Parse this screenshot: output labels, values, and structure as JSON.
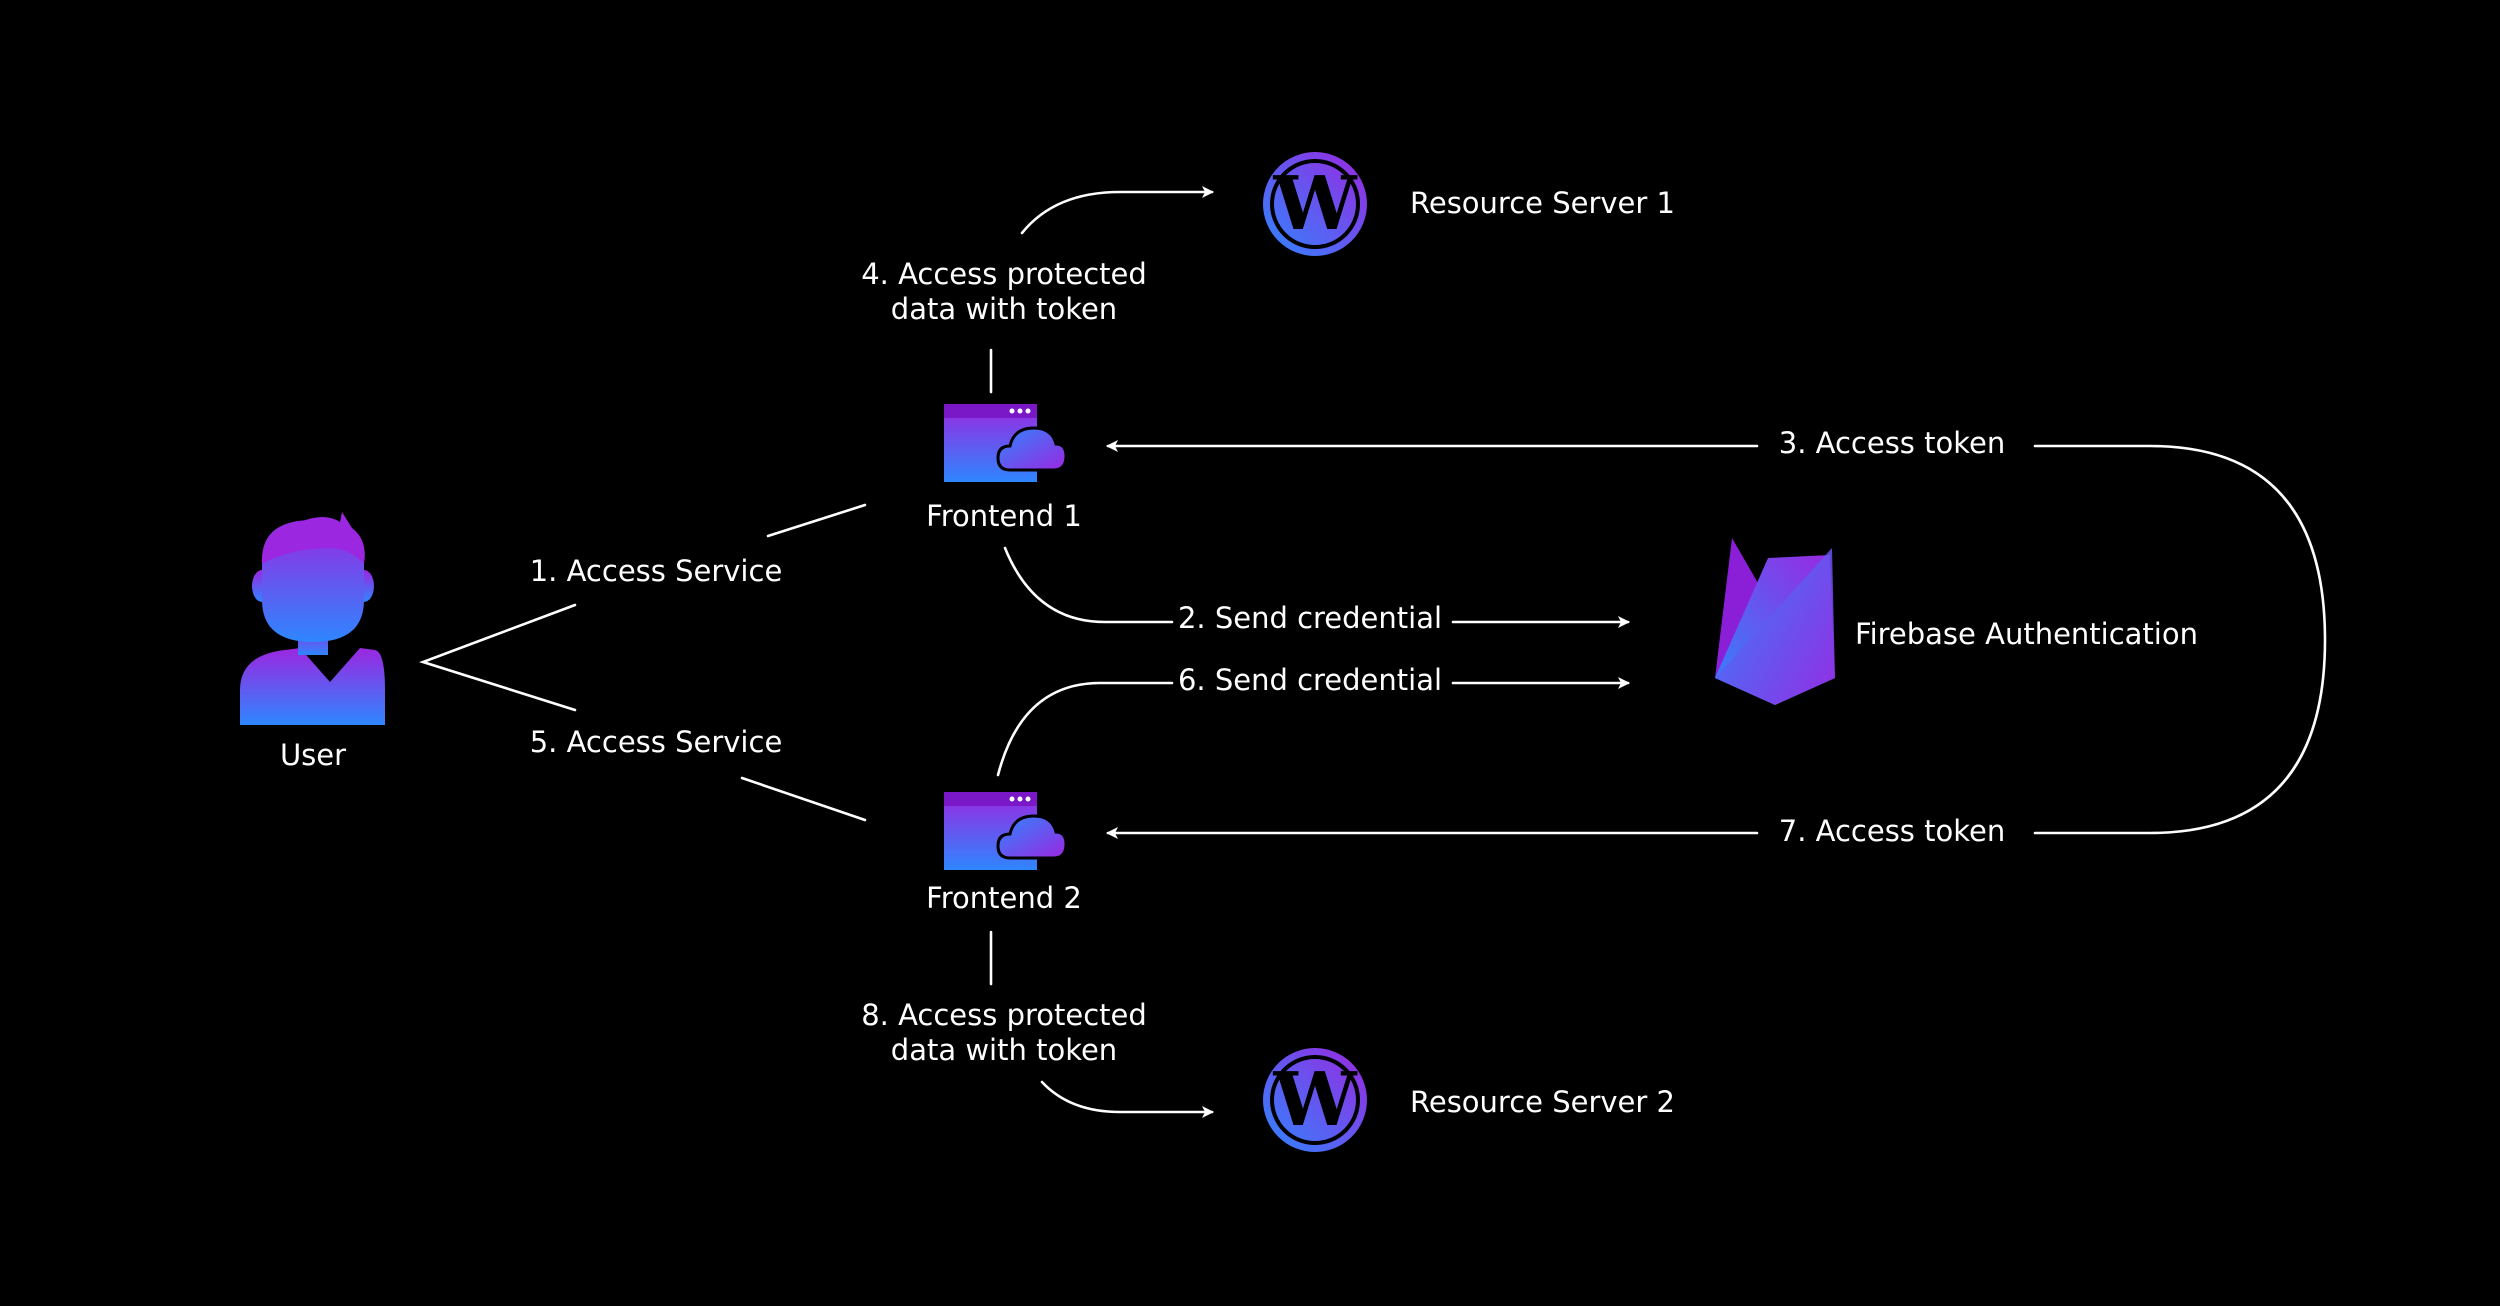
{
  "nodes": {
    "user": "User",
    "frontend1": "Frontend 1",
    "frontend2": "Frontend 2",
    "firebase": "Firebase Authentication",
    "resource1": "Resource Server 1",
    "resource2": "Resource Server 2"
  },
  "steps": {
    "s1": "1. Access Service",
    "s2": "2. Send credential",
    "s3": "3. Access token",
    "s4_line1": "4. Access protected",
    "s4_line2": "data with token",
    "s5": "5. Access Service",
    "s6": "6. Send credential",
    "s7": "7. Access token",
    "s8_line1": "8. Access protected",
    "s8_line2": "data with token"
  },
  "colors": {
    "background": "#000000",
    "gradient_start": "#9b27e0",
    "gradient_end": "#2e86ff",
    "line": "#ffffff"
  },
  "icons": {
    "user": "user-icon",
    "frontend": "browser-cloud-icon",
    "firebase": "firebase-icon",
    "resource": "wordpress-icon"
  }
}
